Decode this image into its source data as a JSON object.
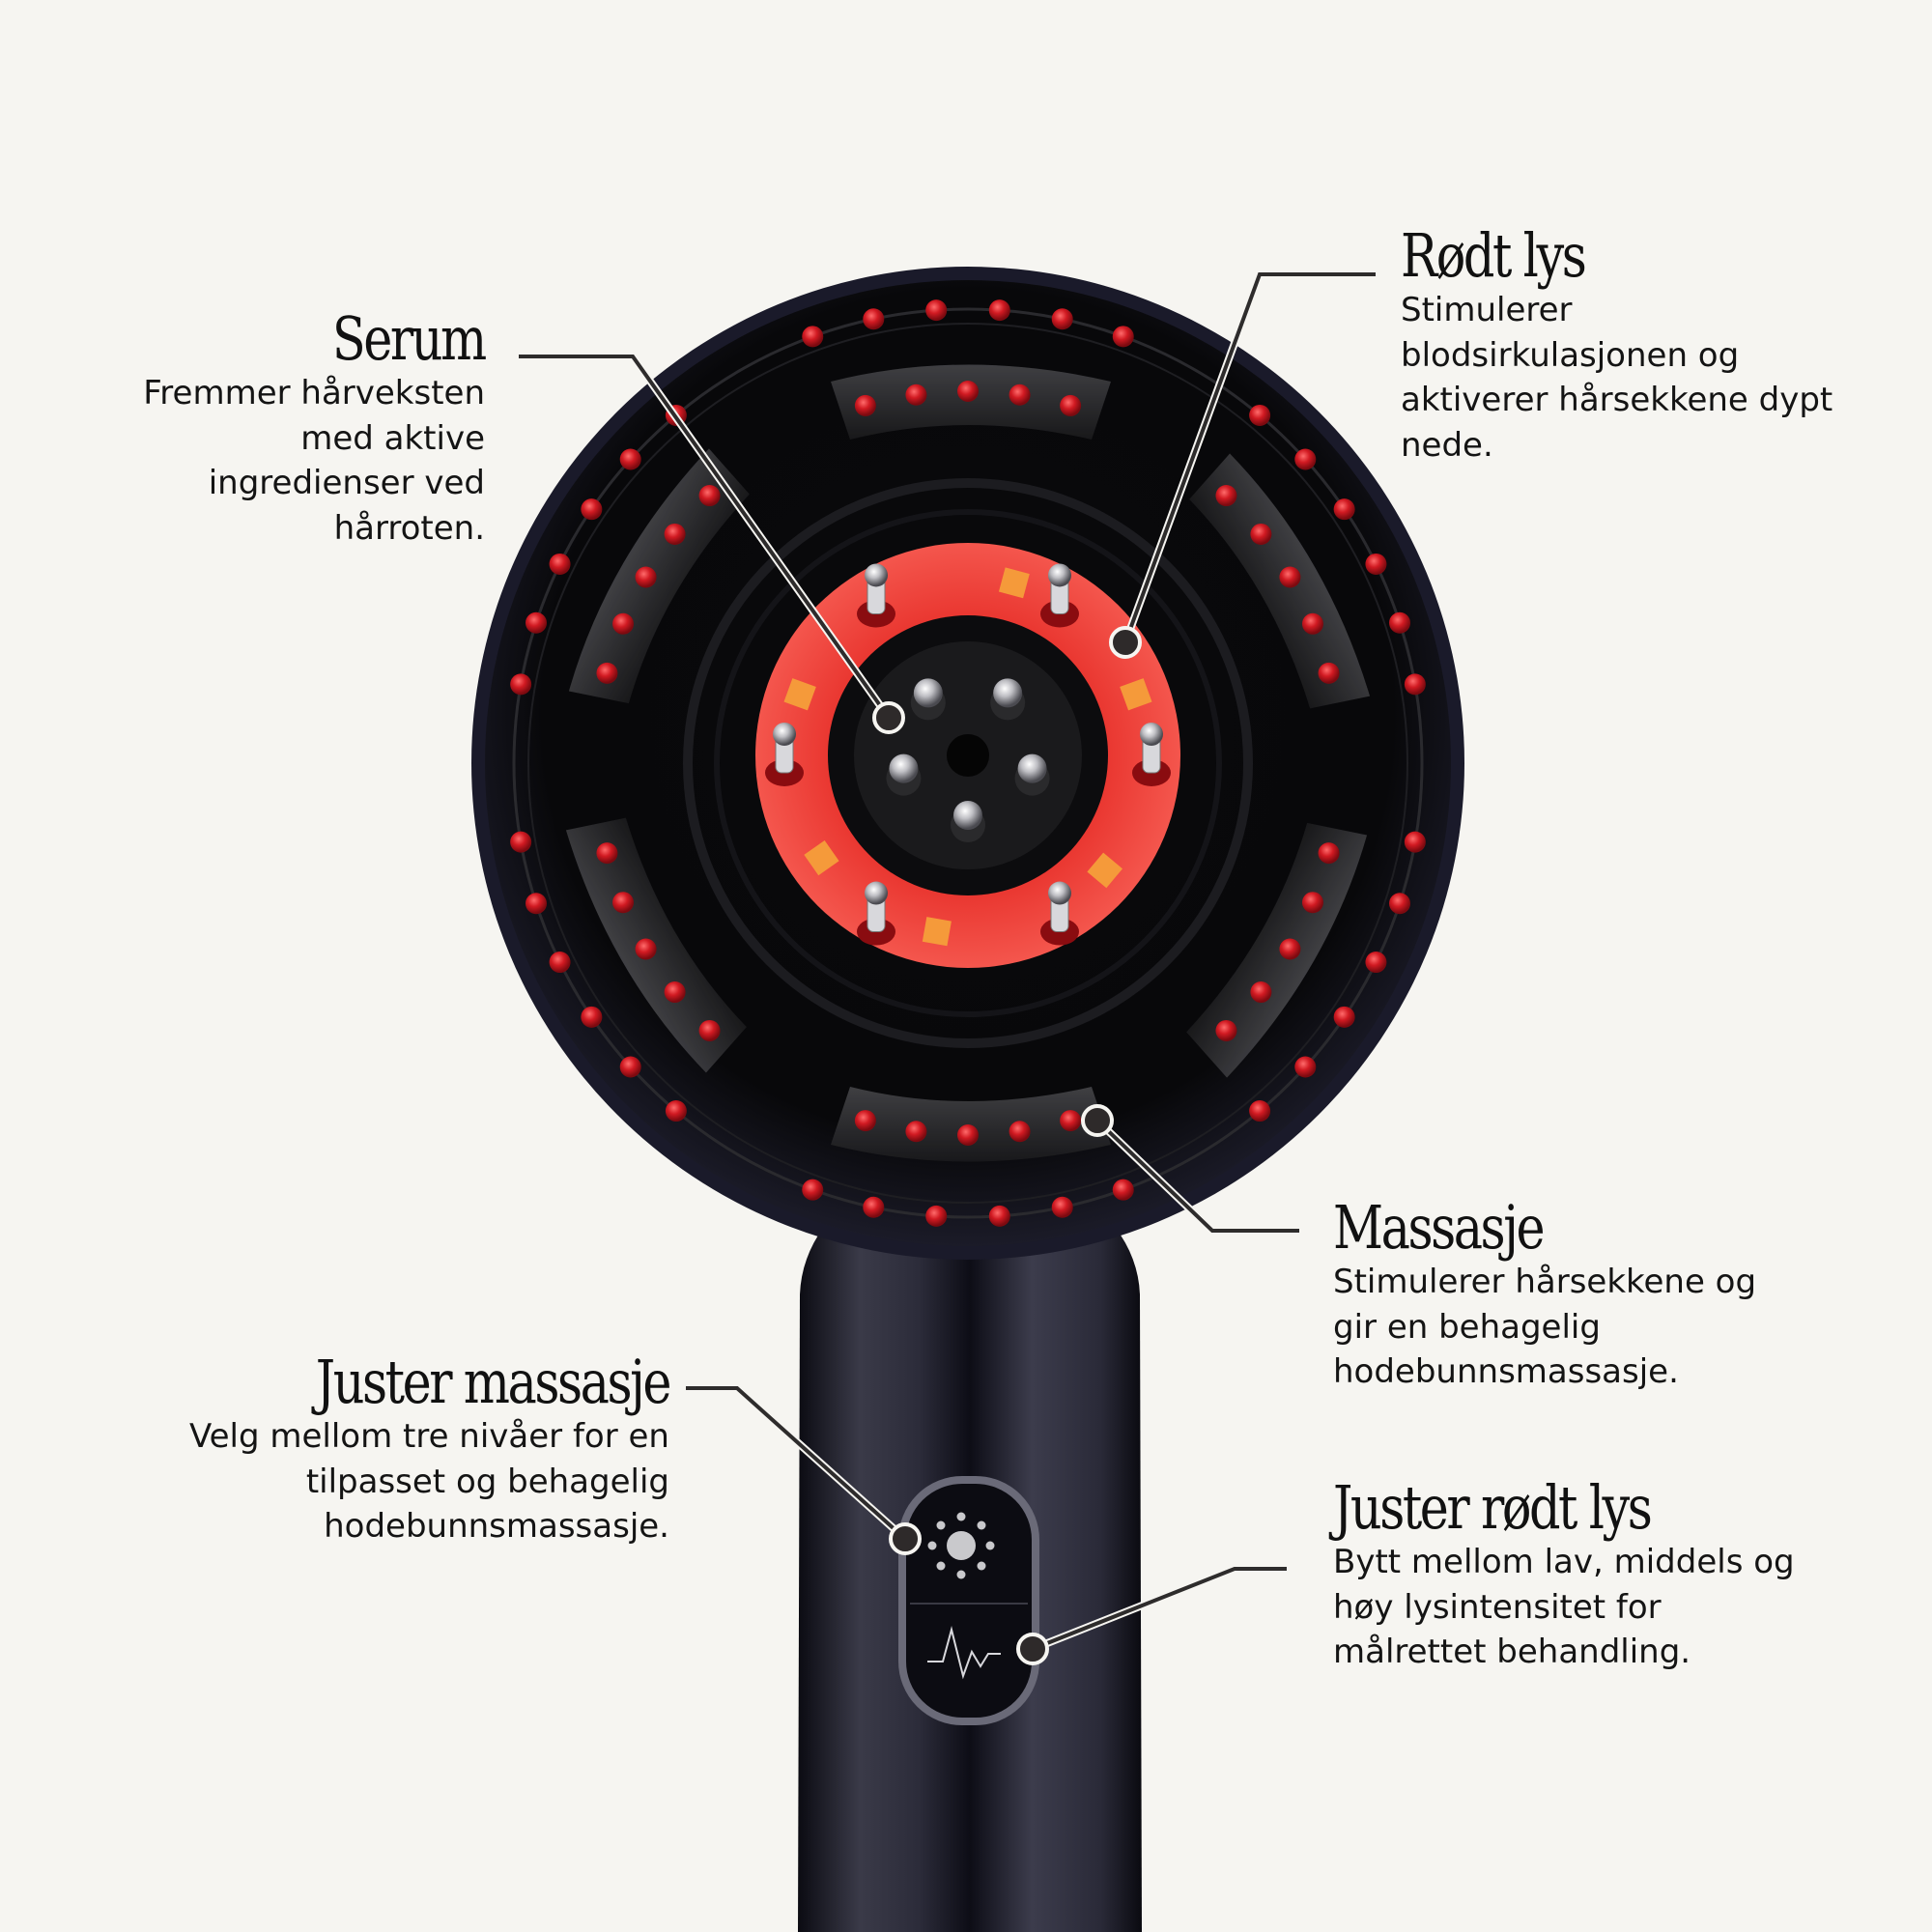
{
  "colors": {
    "background": "#f6f5f1",
    "device_body": "#0d0d12",
    "device_rim": "#1a1a26",
    "red_ring": "#f2413a",
    "led": "#f59a3a",
    "nub": "#c8141c",
    "callout_line": "#2e2c2c",
    "callout_dot": "#2e2a2a"
  },
  "callouts": {
    "serum": {
      "title": "Serum",
      "lines": [
        "Fremmer hårveksten",
        "med aktive",
        "ingredienser ved",
        "hårroten."
      ]
    },
    "red_light": {
      "title": "Rødt lys",
      "lines": [
        "Stimulerer",
        "blodsirkulasjonen og",
        "aktiverer hårsekkene dypt",
        "nede."
      ]
    },
    "massage": {
      "title": "Massasje",
      "lines": [
        "Stimulerer hårsekkene og",
        "gir en behagelig",
        "hodebunnsmassasje."
      ]
    },
    "adjust_massage": {
      "title": "Juster massasje",
      "lines": [
        "Velg mellom tre nivåer for en",
        "tilpasset og behagelig",
        "hodebunnsmassasje."
      ]
    },
    "adjust_red_light": {
      "title": "Juster rødt lys",
      "lines": [
        "Bytt mellom lav, middels og",
        "høy lysintensitet for",
        "målrettet behandling."
      ]
    }
  },
  "device": {
    "buttons": [
      {
        "name": "massage-level-button",
        "icon": "sun-icon"
      },
      {
        "name": "light-intensity-button",
        "icon": "pulse-wave-icon"
      }
    ]
  }
}
